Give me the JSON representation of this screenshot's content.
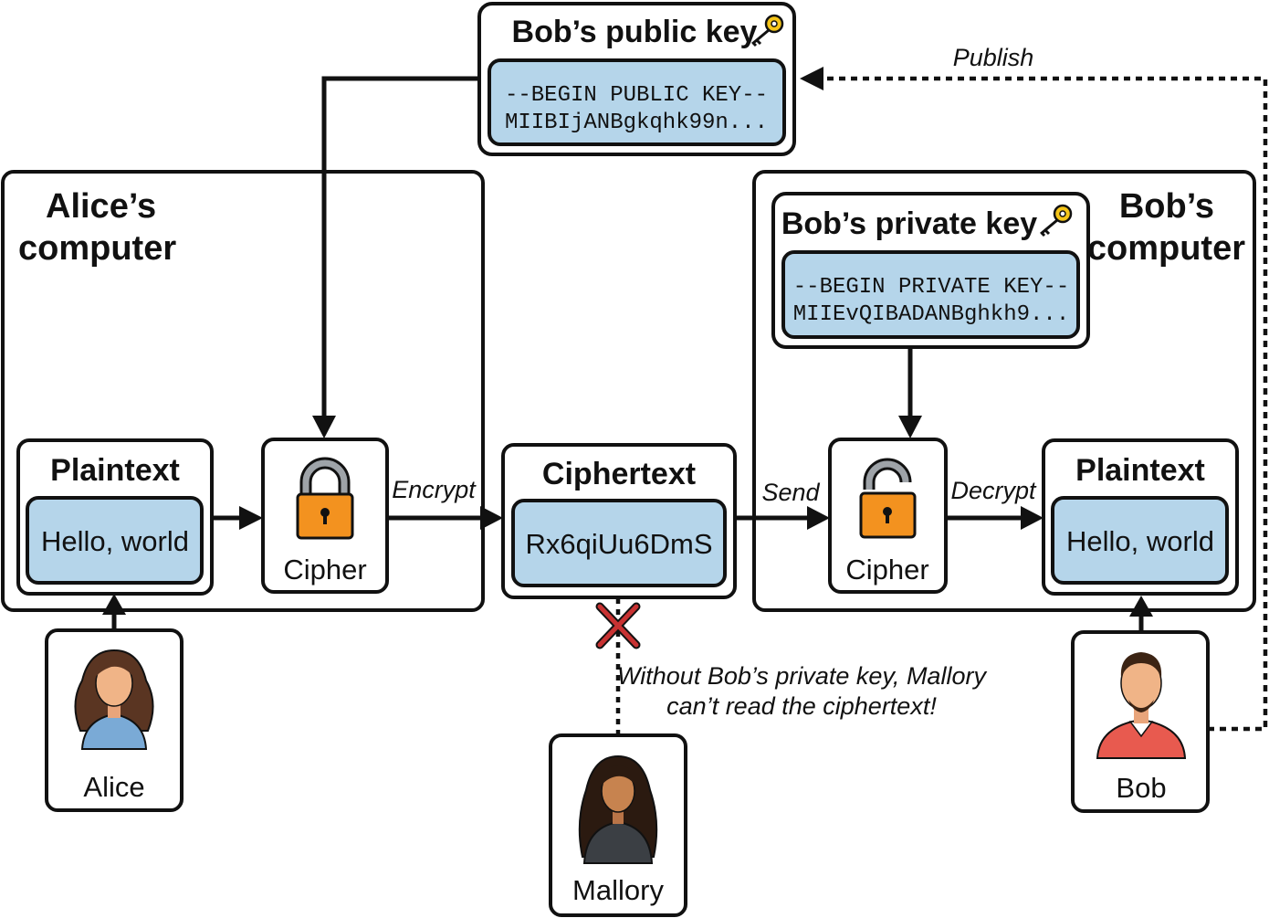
{
  "public_key": {
    "title": "Bob’s public key",
    "line1": "--BEGIN PUBLIC KEY--",
    "line2": "MIIBIjANBgkqhk99n..."
  },
  "alice_computer": {
    "title_line1": "Alice’s",
    "title_line2": "computer"
  },
  "bob_computer": {
    "title_line1": "Bob’s",
    "title_line2": "computer"
  },
  "private_key": {
    "title": "Bob’s private key",
    "line1": "--BEGIN PRIVATE KEY--",
    "line2": "MIIEvQIBADANBghkh9..."
  },
  "alice_plaintext": {
    "title": "Plaintext",
    "value": "Hello, world"
  },
  "alice_cipher": {
    "label": "Cipher"
  },
  "ciphertext": {
    "title": "Ciphertext",
    "value": "Rx6qiUu6DmS"
  },
  "bob_cipher": {
    "label": "Cipher"
  },
  "bob_plaintext": {
    "title": "Plaintext",
    "value": "Hello, world"
  },
  "edges": {
    "encrypt": "Encrypt",
    "send": "Send",
    "decrypt": "Decrypt",
    "publish": "Publish"
  },
  "mallory_note": {
    "line1": "Without Bob’s private key, Mallory",
    "line2": "can’t read the ciphertext!"
  },
  "people": {
    "alice": "Alice",
    "bob": "Bob",
    "mallory": "Mallory"
  },
  "icons": {
    "locked": "padlock-closed-icon",
    "unlocked": "padlock-open-icon",
    "key": "key-icon",
    "blocked": "red-x-icon"
  },
  "colors": {
    "value_fill": "#b5d5ea",
    "lock_orange": "#f3921f",
    "lock_shackle": "#9ea3a8",
    "x_red": "#c83232",
    "key_yellow": "#f5c518"
  }
}
